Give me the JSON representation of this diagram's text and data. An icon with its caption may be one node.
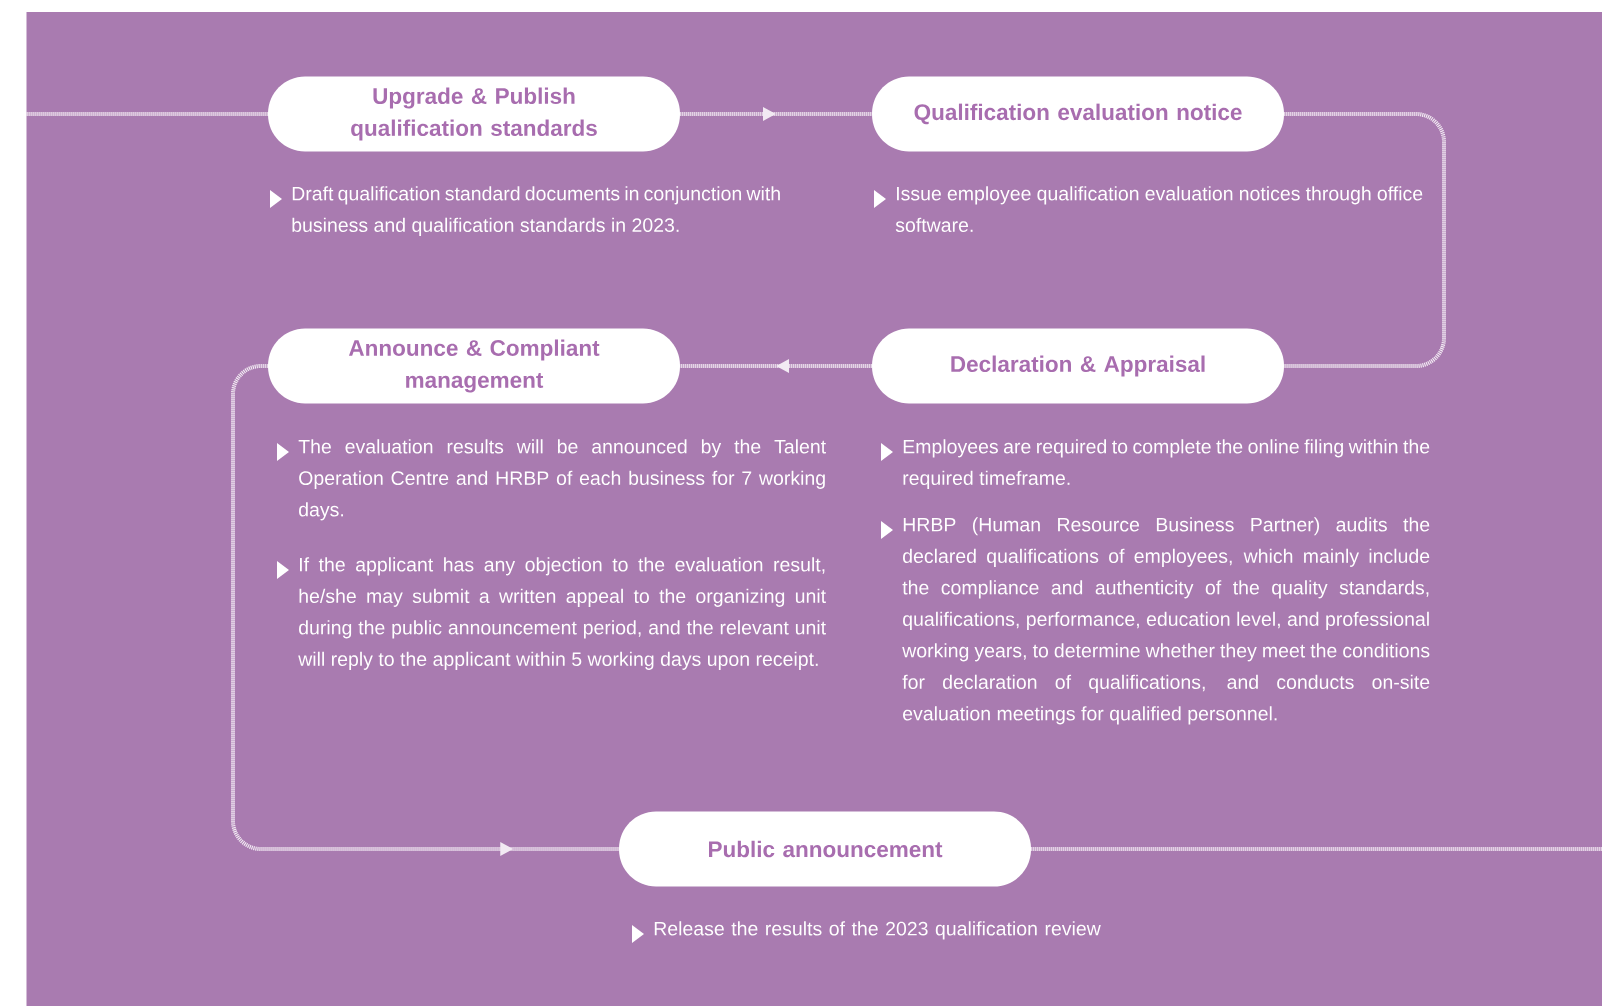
{
  "diagram": {
    "nodes": [
      {
        "text": [
          "Upgrade & Publish qualification standards"
        ],
        "beside": [
          "Draft qualification standard documents in conjunction with business and qualification standards in 2023."
        ]
      },
      {
        "text": [
          "Qualification evaluation notice"
        ],
        "beside": [
          "Issue employee qualification evaluation notices through office software."
        ]
      },
      {
        "text": [
          "Declaration & Appraisal"
        ],
        "beside": [
          "Employees are required to complete the online filing within the required timeframe.",
          "HRBP (Human Resource Business Partner) audits the declared qualifications of employees, which mainly include the compliance and authenticity of the quality standards, qualifications, performance, education level, and professional working years, to determine whether they meet the conditions for declaration of qualifications, and conducts on-site evaluation meetings for qualified personnel."
        ]
      },
      {
        "text": [
          "Announce & Compliant management"
        ],
        "beside": [
          "The evaluation results will be announced by the Talent Operation Centre and HRBP of each business for 7 working days.",
          "If the applicant has any objection to the evaluation result, he/she may submit a written appeal to the organizing unit during the public announcement period, and the relevant unit will reply to the applicant within 5 working days upon receipt."
        ]
      },
      {
        "text": [
          "Public announcement"
        ],
        "beside": [
          "Release the results of the 2023 qualification review"
        ]
      }
    ],
    "edges": [
      {
        "from": null,
        "to": 0,
        "arrow": "none"
      },
      {
        "from": 0,
        "to": 1,
        "arrow": "to"
      },
      {
        "from": 1,
        "to": 2,
        "arrow": "none"
      },
      {
        "from": 2,
        "to": 3,
        "arrow": "to"
      },
      {
        "from": 3,
        "to": 4,
        "arrow": "to"
      },
      {
        "from": 4,
        "to": null,
        "arrow": "none"
      }
    ]
  }
}
